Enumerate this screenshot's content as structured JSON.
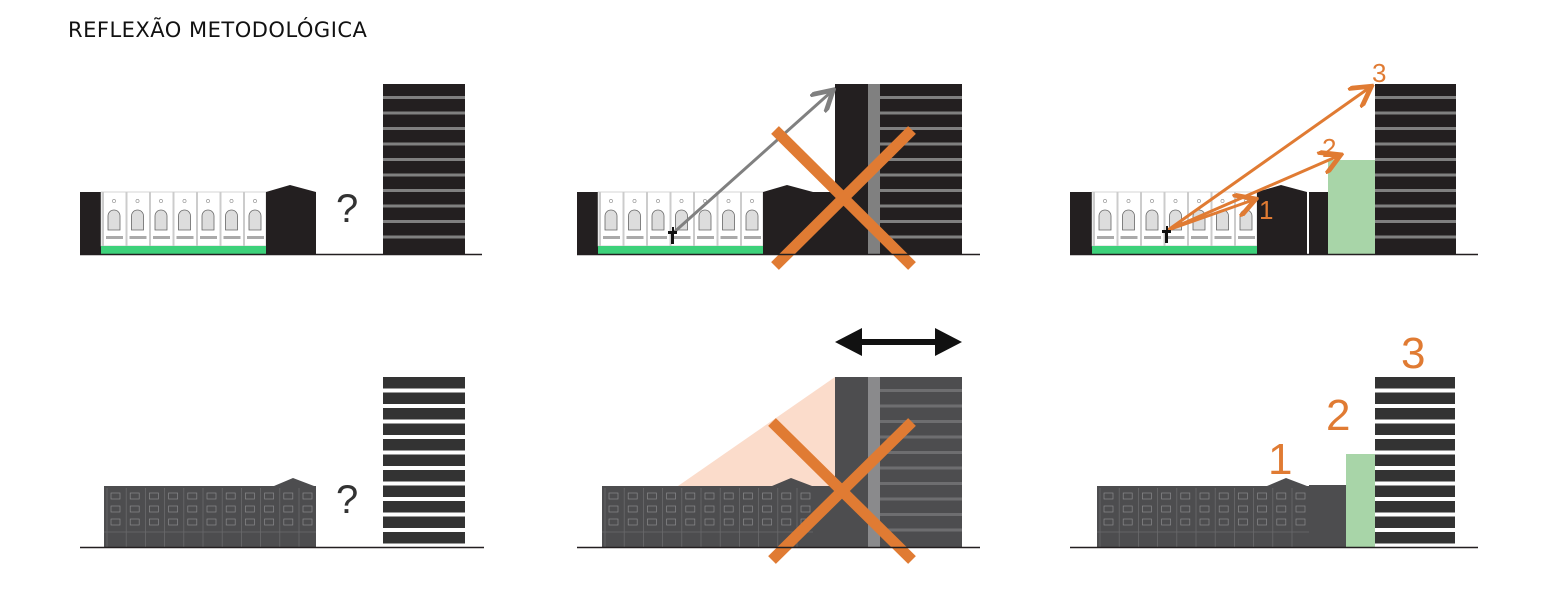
{
  "title": "REFLEXÃO METODOLÓGICA",
  "question_mark": "?",
  "labels": {
    "one": "1",
    "two": "2",
    "three": "3"
  },
  "colors": {
    "orange": "#E07B33",
    "black": "#231F20",
    "dark_gray": "#4D4D4F",
    "gray": "#808080",
    "green": "#3DD17A",
    "light_green": "#A8D5A8",
    "pink": "#FBDCCB"
  }
}
